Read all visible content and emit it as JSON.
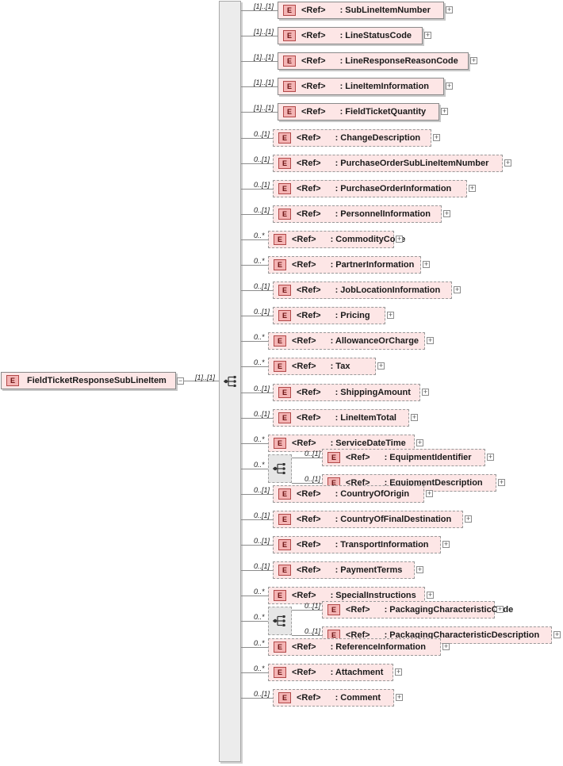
{
  "root": {
    "badge": "E",
    "name": "FieldTicketResponseSubLineItem",
    "cardinality": "[1]..[1]",
    "expander": "−"
  },
  "labels": {
    "badge": "E",
    "ref": "<Ref>",
    "expander": "+"
  },
  "children": [
    {
      "name": ": SubLineItemNumber",
      "card": "[1]..[1]",
      "optional": false
    },
    {
      "name": ": LineStatusCode",
      "card": "[1]..[1]",
      "optional": false
    },
    {
      "name": ": LineResponseReasonCode",
      "card": "[1]..[1]",
      "optional": false
    },
    {
      "name": ": LineItemInformation",
      "card": "[1]..[1]",
      "optional": false
    },
    {
      "name": ": FieldTicketQuantity",
      "card": "[1]..[1]",
      "optional": false
    },
    {
      "name": ": ChangeDescription",
      "card": "0..[1]",
      "optional": true
    },
    {
      "name": ": PurchaseOrderSubLineItemNumber",
      "card": "0..[1]",
      "optional": true
    },
    {
      "name": ": PurchaseOrderInformation",
      "card": "0..[1]",
      "optional": true
    },
    {
      "name": ": PersonnelInformation",
      "card": "0..[1]",
      "optional": true
    },
    {
      "name": ": CommodityCode",
      "card": "0..*",
      "optional": true
    },
    {
      "name": ": PartnerInformation",
      "card": "0..*",
      "optional": true
    },
    {
      "name": ": JobLocationInformation",
      "card": "0..[1]",
      "optional": true
    },
    {
      "name": ": Pricing",
      "card": "0..[1]",
      "optional": true
    },
    {
      "name": ": AllowanceOrCharge",
      "card": "0..*",
      "optional": true
    },
    {
      "name": ": Tax",
      "card": "0..*",
      "optional": true
    },
    {
      "name": ": ShippingAmount",
      "card": "0..[1]",
      "optional": true
    },
    {
      "name": ": LineItemTotal",
      "card": "0..[1]",
      "optional": true
    },
    {
      "name": ": ServiceDateTime",
      "card": "0..*",
      "optional": true
    },
    {
      "group": true,
      "card": "0..*",
      "items": [
        {
          "name": ": EquipmentIdentifier",
          "card": "0..[1]",
          "optional": true
        },
        {
          "name": ": EquipmentDescription",
          "card": "0..[1]",
          "optional": true
        }
      ]
    },
    {
      "name": ": CountryOfOrigin",
      "card": "0..[1]",
      "optional": true
    },
    {
      "name": ": CountryOfFinalDestination",
      "card": "0..[1]",
      "optional": true
    },
    {
      "name": ": TransportInformation",
      "card": "0..[1]",
      "optional": true
    },
    {
      "name": ": PaymentTerms",
      "card": "0..[1]",
      "optional": true
    },
    {
      "name": ": SpecialInstructions",
      "card": "0..*",
      "optional": true
    },
    {
      "group": true,
      "card": "0..*",
      "items": [
        {
          "name": ": PackagingCharacteristicCode",
          "card": "0..[1]",
          "optional": true
        },
        {
          "name": ": PackagingCharacteristicDescription",
          "card": "0..[1]",
          "optional": true
        }
      ]
    },
    {
      "name": ": ReferenceInformation",
      "card": "0..*",
      "optional": true
    },
    {
      "name": ": Attachment",
      "card": "0..*",
      "optional": true
    },
    {
      "name": ": Comment",
      "card": "0..[1]",
      "optional": true
    }
  ]
}
